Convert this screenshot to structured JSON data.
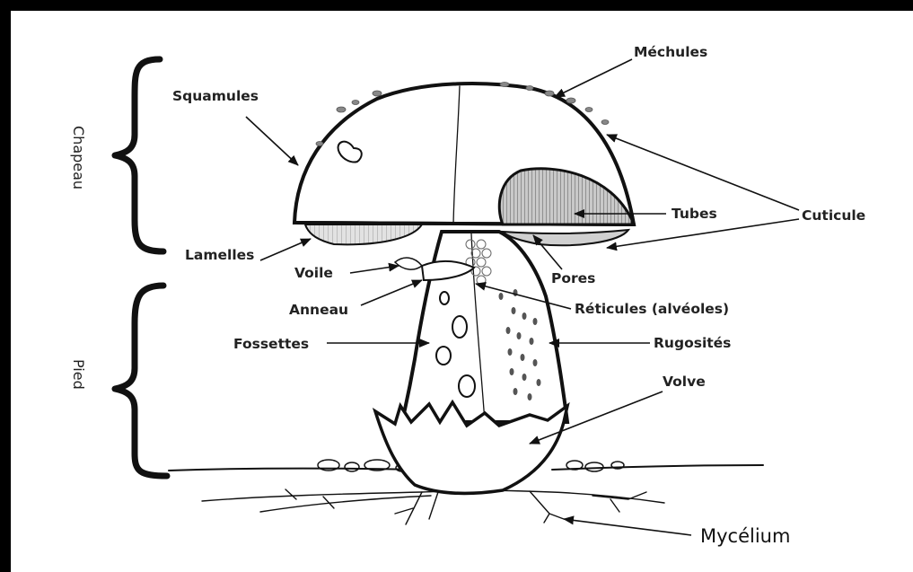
{
  "diagram": {
    "groups": {
      "cap": "Chapeau",
      "stem": "Pied"
    },
    "labels": {
      "mechules": "Méchules",
      "squamules": "Squamules",
      "cuticule": "Cuticule",
      "tubes": "Tubes",
      "lamelles": "Lamelles",
      "voile": "Voile",
      "pores": "Pores",
      "anneau": "Anneau",
      "reticules": "Réticules (alvéoles)",
      "fossettes": "Fossettes",
      "rugosites": "Rugosités",
      "volve": "Volve",
      "mycelium": "Mycélium"
    }
  }
}
